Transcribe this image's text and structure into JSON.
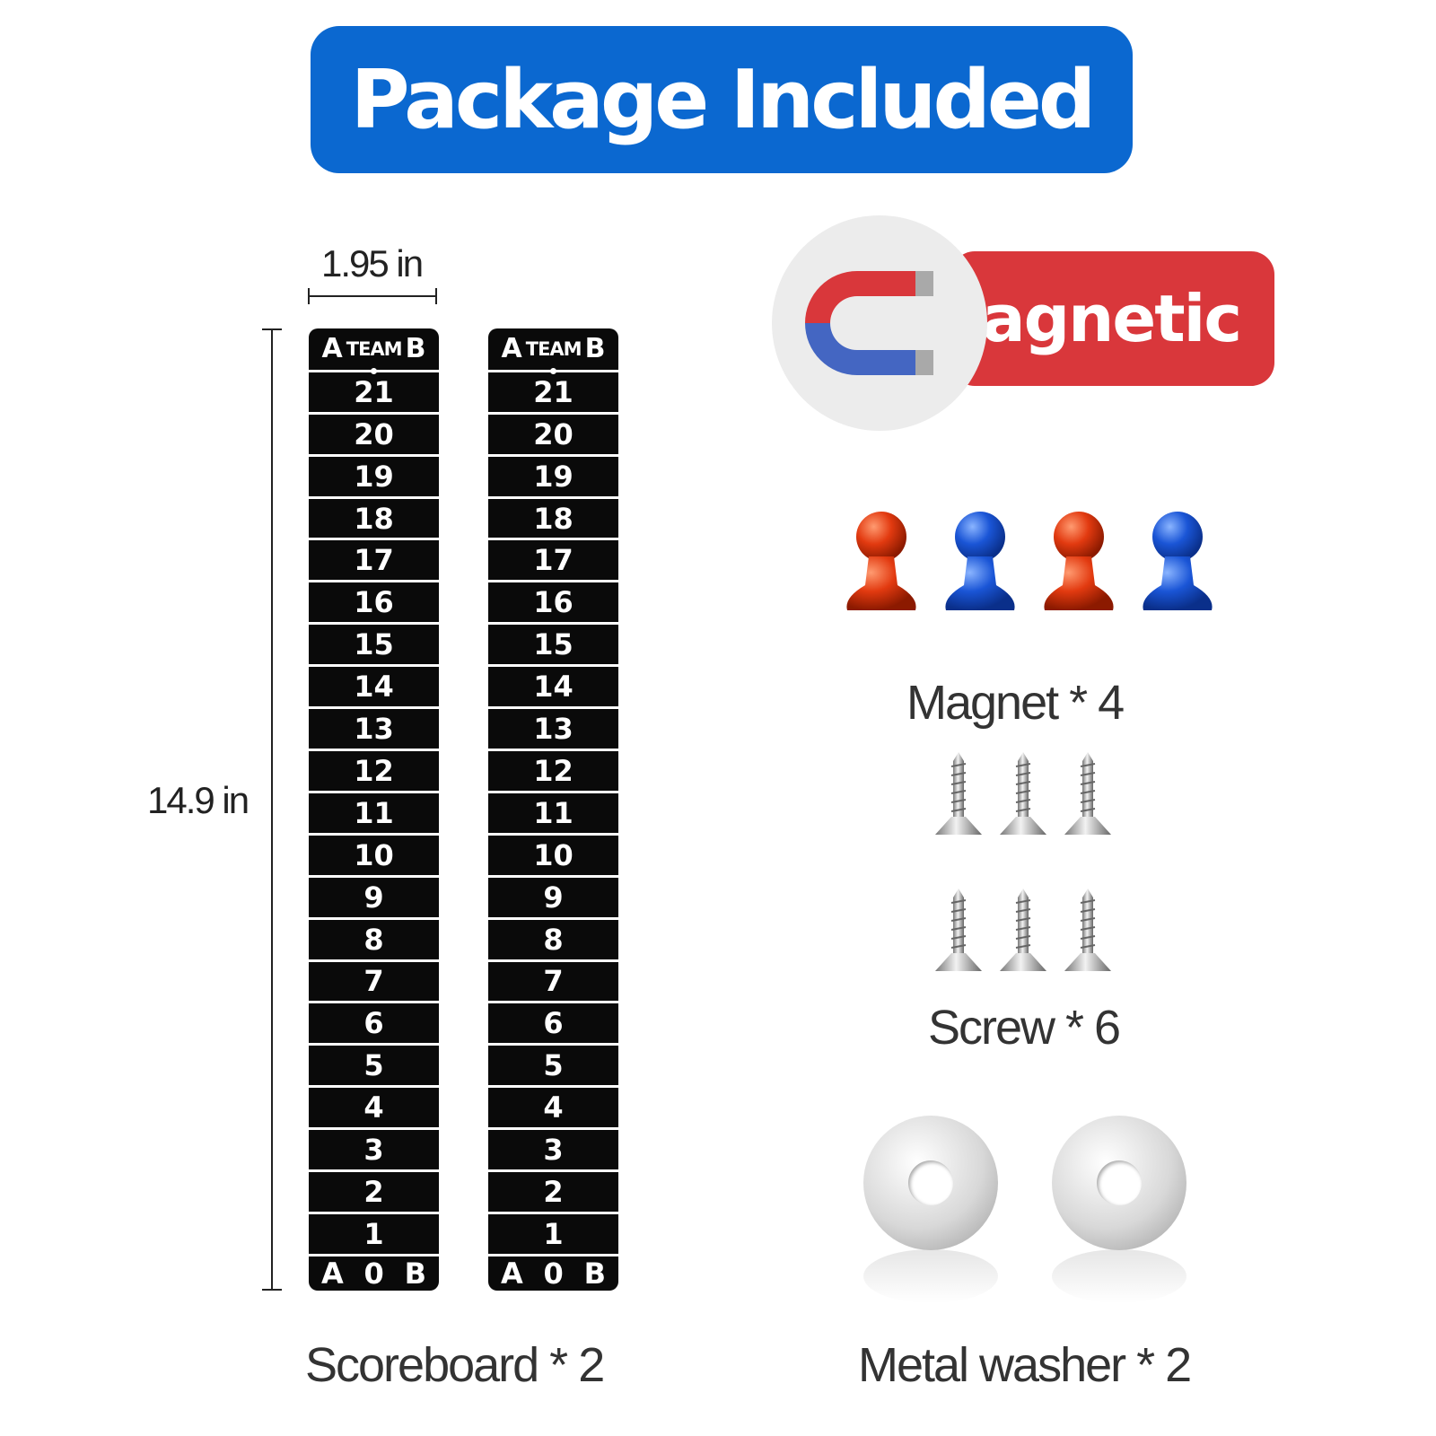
{
  "banner": {
    "title": "Package Included"
  },
  "dimensions": {
    "width_label": "1.95 in",
    "height_label": "14.9 in"
  },
  "scoreboard": {
    "header_left": "A",
    "header_mid": "TEAM",
    "header_right": "B",
    "numbers": [
      "21",
      "20",
      "19",
      "18",
      "17",
      "16",
      "15",
      "14",
      "13",
      "12",
      "11",
      "10",
      "9",
      "8",
      "7",
      "6",
      "5",
      "4",
      "3",
      "2",
      "1"
    ],
    "footer_left": "A",
    "footer_mid": "0",
    "footer_right": "B"
  },
  "badge": {
    "label": "Magnetic",
    "colors": {
      "badge": "#d9373b",
      "magnet_red": "#d9373b",
      "magnet_blue": "#4466c2"
    }
  },
  "magnets": {
    "colors": [
      "#e23a10",
      "#1a55d6",
      "#e23a10",
      "#1a55d6"
    ]
  },
  "captions": {
    "scoreboard": "Scoreboard * 2",
    "magnet": "Magnet  * 4",
    "screw": "Screw * 6",
    "washer": "Metal washer * 2"
  },
  "colors": {
    "banner": "#0b68d0",
    "board": "#0a0a0a"
  }
}
